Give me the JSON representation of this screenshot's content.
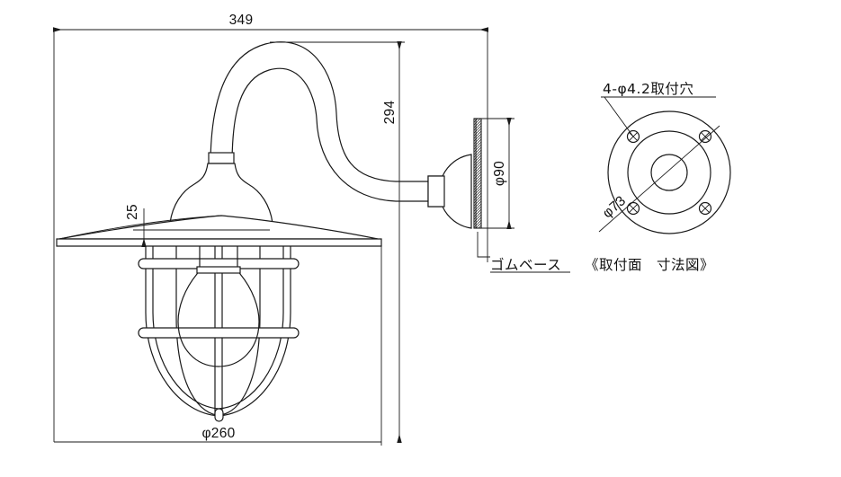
{
  "drawing": {
    "title_block": "《取付面　寸法図》",
    "rubber_base_label": "ゴムベース",
    "mounting_holes_label": "4-φ4.2取付穴",
    "line_color": "#1a1a1a",
    "background": "#ffffff"
  },
  "dimensions": {
    "overall_width": "349",
    "overall_height": "294",
    "shade_offset": "25",
    "shade_diameter": "φ260",
    "base_plate_diameter": "φ90",
    "bolt_circle_diameter": "φ73"
  },
  "views": {
    "main": {
      "name": "side elevation",
      "parts": [
        "gooseneck arm",
        "lamp housing",
        "shade",
        "wire guard cage",
        "bulb",
        "wall bracket",
        "rubber base"
      ]
    },
    "mounting_face": {
      "name": "mounting face dimension drawing",
      "hole_count": 4,
      "circles": [
        "outer φ90",
        "bolt circle φ73",
        "inner boss"
      ]
    }
  }
}
